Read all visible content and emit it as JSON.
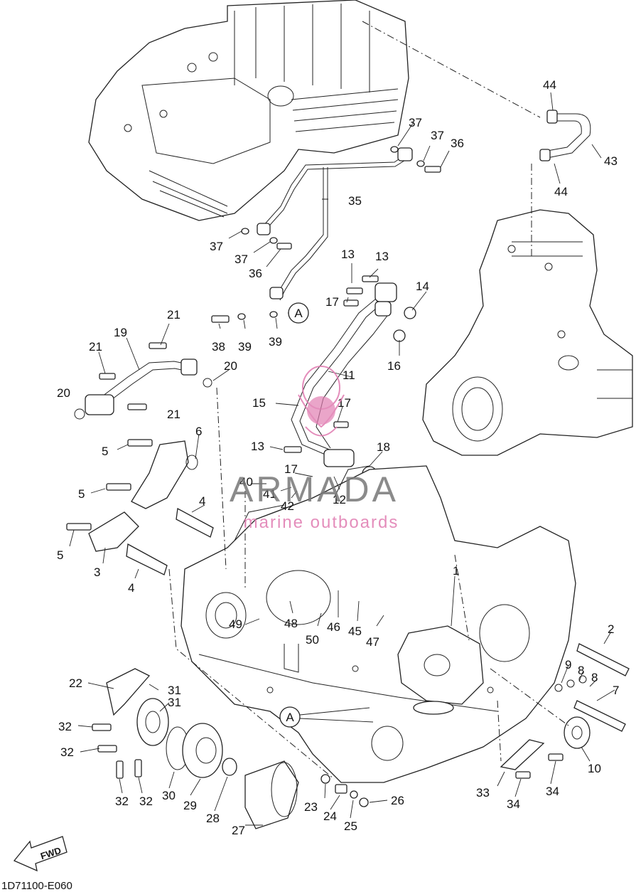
{
  "diagram": {
    "code": "1D71100-E060",
    "fwd_label": "FWD",
    "ref_letter": "A",
    "watermark": {
      "brand": "ARMADA",
      "tagline": "marine outboards",
      "color": "#e07ab0"
    },
    "labels": [
      {
        "id": "l44a",
        "text": "44"
      },
      {
        "id": "l43",
        "text": "43"
      },
      {
        "id": "l44b",
        "text": "44"
      },
      {
        "id": "l37a",
        "text": "37"
      },
      {
        "id": "l37b",
        "text": "37"
      },
      {
        "id": "l36a",
        "text": "36"
      },
      {
        "id": "l35",
        "text": "35"
      },
      {
        "id": "l37c",
        "text": "37"
      },
      {
        "id": "l37d",
        "text": "37"
      },
      {
        "id": "l36b",
        "text": "36"
      },
      {
        "id": "l13a",
        "text": "13"
      },
      {
        "id": "l13b",
        "text": "13"
      },
      {
        "id": "l14",
        "text": "14"
      },
      {
        "id": "l17a",
        "text": "17"
      },
      {
        "id": "l16",
        "text": "16"
      },
      {
        "id": "l21a",
        "text": "21"
      },
      {
        "id": "l38",
        "text": "38"
      },
      {
        "id": "l39a",
        "text": "39"
      },
      {
        "id": "l39b",
        "text": "39"
      },
      {
        "id": "l19",
        "text": "19"
      },
      {
        "id": "l21b",
        "text": "21"
      },
      {
        "id": "l20a",
        "text": "20"
      },
      {
        "id": "l11",
        "text": "11"
      },
      {
        "id": "l20b",
        "text": "20"
      },
      {
        "id": "l21c",
        "text": "21"
      },
      {
        "id": "l15",
        "text": "15"
      },
      {
        "id": "l17b",
        "text": "17"
      },
      {
        "id": "l6",
        "text": "6"
      },
      {
        "id": "l5a",
        "text": "5"
      },
      {
        "id": "l13c",
        "text": "13"
      },
      {
        "id": "l18",
        "text": "18"
      },
      {
        "id": "l17c",
        "text": "17"
      },
      {
        "id": "l40",
        "text": "40"
      },
      {
        "id": "l41",
        "text": "41"
      },
      {
        "id": "l42",
        "text": "42"
      },
      {
        "id": "l12",
        "text": "12"
      },
      {
        "id": "l5b",
        "text": "5"
      },
      {
        "id": "l4a",
        "text": "4"
      },
      {
        "id": "l5c",
        "text": "5"
      },
      {
        "id": "l3",
        "text": "3"
      },
      {
        "id": "l4b",
        "text": "4"
      },
      {
        "id": "l1",
        "text": "1"
      },
      {
        "id": "l49",
        "text": "49"
      },
      {
        "id": "l48",
        "text": "48"
      },
      {
        "id": "l50",
        "text": "50"
      },
      {
        "id": "l46",
        "text": "46"
      },
      {
        "id": "l45",
        "text": "45"
      },
      {
        "id": "l47",
        "text": "47"
      },
      {
        "id": "l2",
        "text": "2"
      },
      {
        "id": "l9",
        "text": "9"
      },
      {
        "id": "l8a",
        "text": "8"
      },
      {
        "id": "l8b",
        "text": "8"
      },
      {
        "id": "l7",
        "text": "7"
      },
      {
        "id": "l22",
        "text": "22"
      },
      {
        "id": "l31a",
        "text": "31"
      },
      {
        "id": "l31b",
        "text": "31"
      },
      {
        "id": "l32a",
        "text": "32"
      },
      {
        "id": "l32b",
        "text": "32"
      },
      {
        "id": "l10",
        "text": "10"
      },
      {
        "id": "l33",
        "text": "33"
      },
      {
        "id": "l34a",
        "text": "34"
      },
      {
        "id": "l34b",
        "text": "34"
      },
      {
        "id": "l26",
        "text": "26"
      },
      {
        "id": "l23",
        "text": "23"
      },
      {
        "id": "l24",
        "text": "24"
      },
      {
        "id": "l25",
        "text": "25"
      },
      {
        "id": "l32c",
        "text": "32"
      },
      {
        "id": "l32d",
        "text": "32"
      },
      {
        "id": "l30",
        "text": "30"
      },
      {
        "id": "l29",
        "text": "29"
      },
      {
        "id": "l28",
        "text": "28"
      },
      {
        "id": "l27",
        "text": "27"
      }
    ]
  }
}
